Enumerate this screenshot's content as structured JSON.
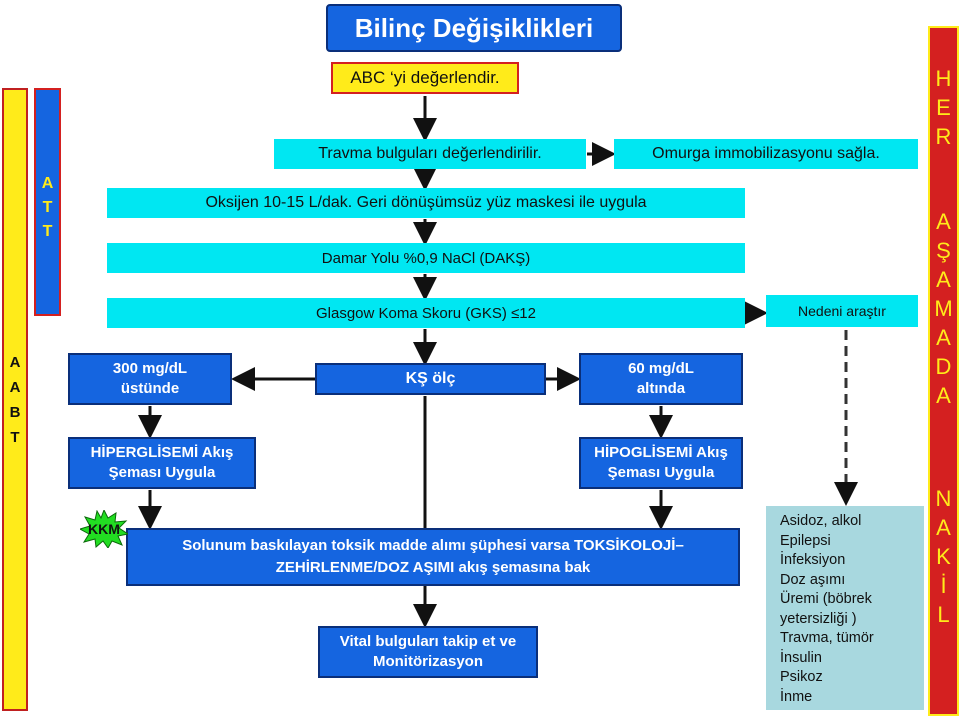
{
  "title": "Bilinç Değişiklikleri",
  "steps": {
    "abc": "ABC ‘yi değerlendir.",
    "travma": "Travma bulguları değerlendirilir.",
    "omurga": "Omurga immobilizasyonu sağla.",
    "oksijen": "Oksijen 10-15 L/dak. Geri dönüşümsüz yüz maskesi ile uygula",
    "damar": "Damar Yolu %0,9 NaCl (DAKŞ)",
    "glasgow": "Glasgow Koma Skoru (GKS) ≤12",
    "nedeni": "Nedeni araştır",
    "ks": "KŞ ölç",
    "high_line1": "300 mg/dL",
    "high_line2": "üstünde",
    "low_line1": "60 mg/dL",
    "low_line2": "altında",
    "hiper_line1": "HİPERGLİSEMİ Akış",
    "hiper_line2": "Şeması Uygula",
    "hipo_line1": "HİPOGLİSEMİ Akış",
    "hipo_line2": "Şeması Uygula",
    "solunum_line1": "Solunum baskılayan toksik madde alımı şüphesi varsa TOKSİKOLOJİ–",
    "solunum_line2": "ZEHİRLENME/DOZ AŞIMI akış şemasına bak",
    "vital_line1": "Vital bulguları takip et ve",
    "vital_line2": "Monitörizasyon",
    "kkm": "KKM"
  },
  "causes": [
    "Asidoz, alkol",
    "Epilepsi",
    "İnfeksiyon",
    "Doz aşımı",
    "Üremi  (böbrek",
    "yetersizliği )",
    "Travma, tümör",
    "İnsulin",
    "Psikoz",
    "İnme"
  ],
  "side": {
    "abt": [
      "A",
      "A",
      "B",
      "T"
    ],
    "att": [
      "A",
      "T",
      "T"
    ],
    "her_group1": [
      "H",
      "E",
      "R"
    ],
    "her_group2": [
      "A",
      "Ş",
      "A",
      "M",
      "A",
      "D",
      "A"
    ],
    "her_group3": [
      "N",
      "A",
      "K",
      "İ",
      "L"
    ]
  },
  "colors": {
    "blue": "#1565e0",
    "cyan": "#00e7f2",
    "yellow": "#ffeb1a",
    "red": "#d42020",
    "green": "#22dd22",
    "light_teal": "#a8d8df"
  }
}
